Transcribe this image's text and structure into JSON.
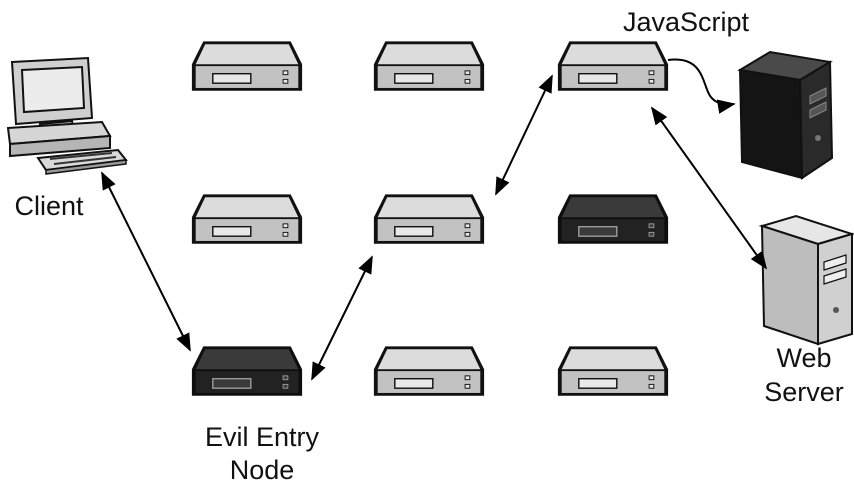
{
  "labels": {
    "client": "Client",
    "javascript": "JavaScript",
    "web_server_line1": "Web",
    "web_server_line2": "Server",
    "evil_entry_line1": "Evil Entry",
    "evil_entry_line2": "Node"
  },
  "colors": {
    "relay_normal_top": "#d9d9d9",
    "relay_normal_front": "#bfbfbf",
    "relay_malicious_top": "#3a3a3a",
    "relay_malicious_front": "#1e1e1e",
    "outline": "#111111",
    "arrow": "#000000"
  },
  "icons": [
    "desktop-computer-icon",
    "relay-server-icon",
    "tower-server-icon"
  ]
}
